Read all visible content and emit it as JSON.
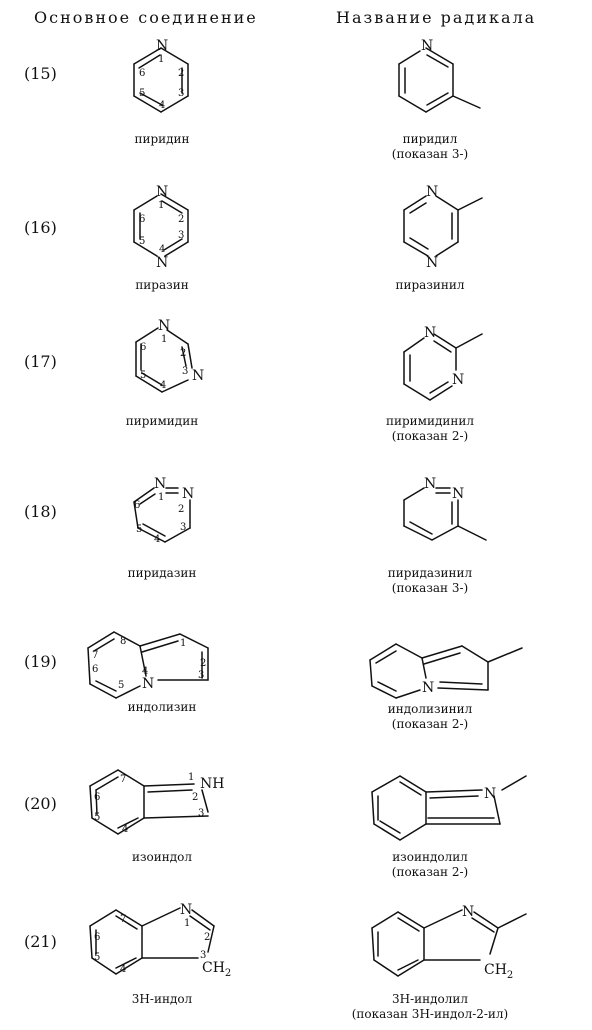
{
  "header": {
    "left": "Основное соединение",
    "right": "Название радикала"
  },
  "rows": [
    {
      "num": "(15)",
      "left": "пиридин",
      "right1": "пиридил",
      "right2": "(показан 3-)"
    },
    {
      "num": "(16)",
      "left": "пиразин",
      "right1": "пиразинил",
      "right2": ""
    },
    {
      "num": "(17)",
      "left": "пиримидин",
      "right1": "пиримидинил",
      "right2": "(показан 2-)"
    },
    {
      "num": "(18)",
      "left": "пиридазин",
      "right1": "пиридазинил",
      "right2": "(показан 3-)"
    },
    {
      "num": "(19)",
      "left": "индолизин",
      "right1": "индолизинил",
      "right2": "(показан 2-)"
    },
    {
      "num": "(20)",
      "left": "изоиндол",
      "right1": "изоиндолил",
      "right2": "(показан 2-)"
    },
    {
      "num": "(21)",
      "left": "3H-индол",
      "right1": "3H-индолил",
      "right2": "(показан 3H-индол-2-ил)"
    }
  ],
  "atoms": {
    "N": "N",
    "NH": "NH",
    "CH2": "CH",
    "sub2": "2",
    "l1": "1",
    "l2": "2",
    "l3": "3",
    "l4": "4",
    "l5": "5",
    "l6": "6",
    "l7": "7",
    "l8": "8"
  }
}
